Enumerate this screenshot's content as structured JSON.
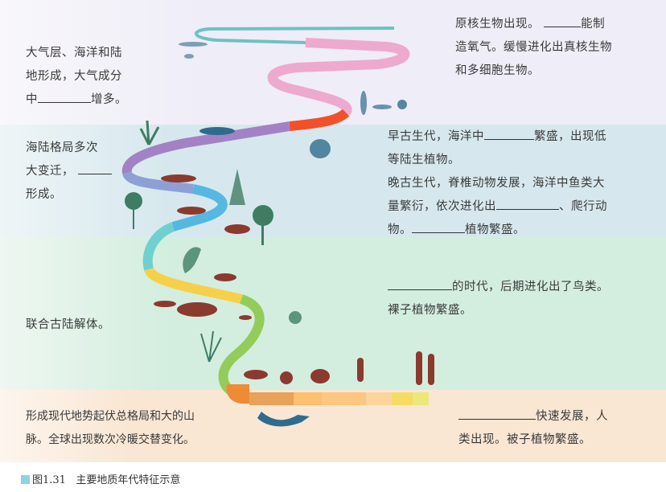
{
  "era_notes": {
    "archean_left": {
      "line1": "大气层、海洋和陆",
      "line2": "地形成，大气成分",
      "line3_pre": "中",
      "line3_post": "增多。"
    },
    "archean_right": {
      "line1_pre": "原核生物出现。",
      "line1_post": "能制",
      "line2": "造氧气。缓慢进化出真核生物",
      "line3": "和多细胞生物。"
    },
    "paleozoic_left": {
      "line1": "海陆格局多次",
      "line2_pre": "大变迁，",
      "line3": "形成。"
    },
    "paleozoic_right": {
      "p1_pre": "早古生代，海洋中",
      "p1_post": "繁盛，出现低",
      "p1_line2": "等陆生植物。",
      "p2_line1": "晚古生代，脊椎动物发展，海洋中鱼类大",
      "p2_line2_pre": "量繁衍，依次进化出",
      "p2_line2_post": "、爬行动",
      "p2_line3_pre": "物。",
      "p2_line3_post": "植物繁盛。"
    },
    "mesozoic_left": {
      "line1": "联合古陆解体。"
    },
    "mesozoic_right": {
      "line1_post": "的时代，后期进化出了鸟类。",
      "line2": "裸子植物繁盛。"
    },
    "cenozoic_left": {
      "line1": "形成现代地势起伏总格局和大的山",
      "line2": "脉。全球出现数次冷暖交替变化。"
    },
    "cenozoic_right": {
      "line1_post": "快速发展，人",
      "line2": "类出现。被子植物繁盛。"
    }
  },
  "caption": {
    "number": "图1.31",
    "title": "主要地质年代特征示意"
  },
  "colors": {
    "archean_band": "#efedf7",
    "paleozoic_band": "#d6e8ee",
    "mesozoic_band": "#d3eede",
    "cenozoic_band": "#f9e6d3",
    "animal": "#8b3a2e",
    "marine": "#2f6b8c",
    "plant": "#3f7d63"
  }
}
